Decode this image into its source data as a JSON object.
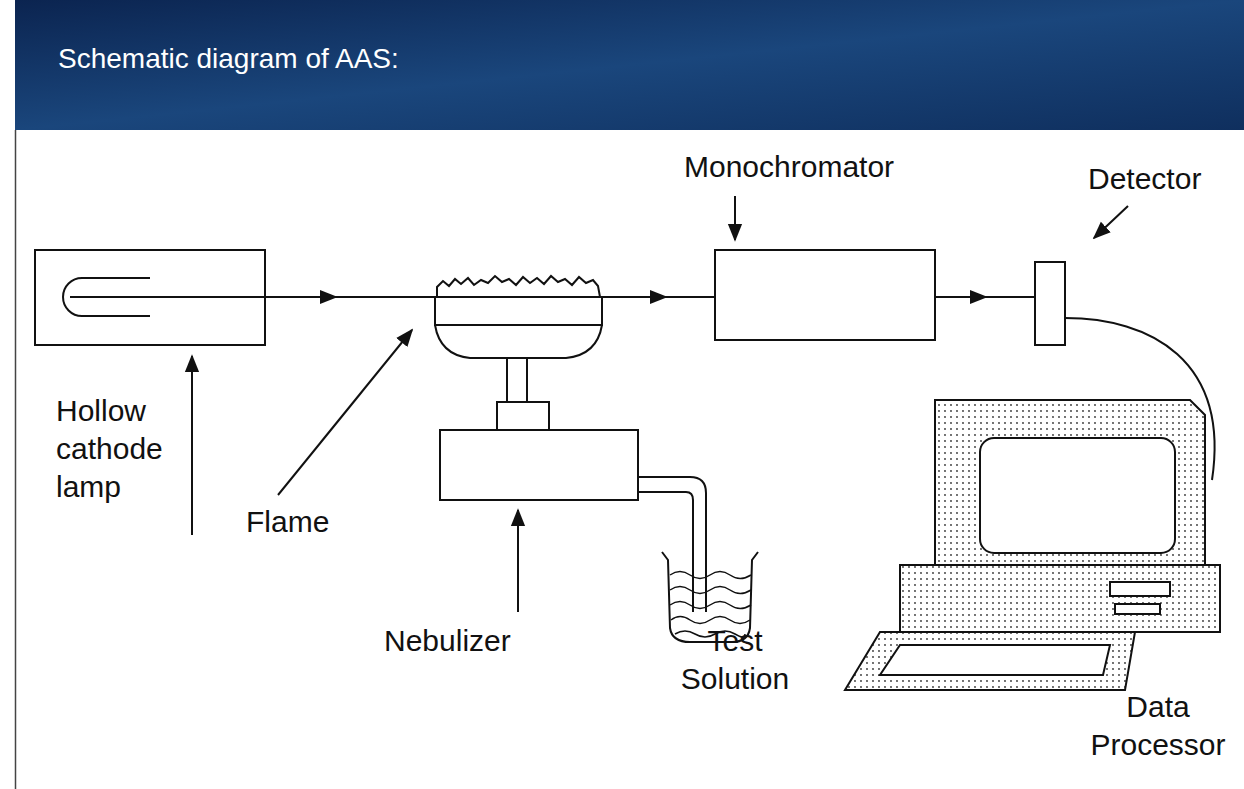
{
  "diagram": {
    "title": "Schematic diagram of AAS:",
    "labels": [
      "Monochromator",
      "Detector",
      "Hollow cathode lamp",
      "Flame",
      "Nebulizer",
      "Test Solution",
      "Data Processor"
    ]
  }
}
